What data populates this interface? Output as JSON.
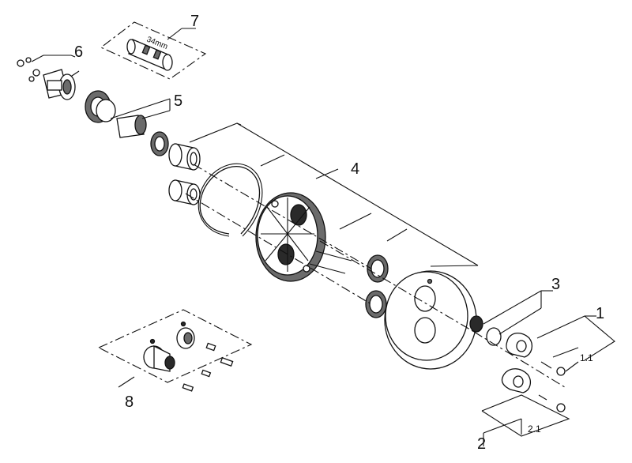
{
  "diagram": {
    "callouts": [
      {
        "id": "label-7",
        "text": "7"
      },
      {
        "id": "label-6",
        "text": "6"
      },
      {
        "id": "label-5",
        "text": "5"
      },
      {
        "id": "label-4",
        "text": "4"
      },
      {
        "id": "label-3",
        "text": "3"
      },
      {
        "id": "label-1",
        "text": "1"
      },
      {
        "id": "label-1-1",
        "text": "1.1"
      },
      {
        "id": "label-2",
        "text": "2"
      },
      {
        "id": "label-2-1",
        "text": "2.1"
      },
      {
        "id": "label-8",
        "text": "8"
      }
    ],
    "dimension_text": "34mm"
  }
}
